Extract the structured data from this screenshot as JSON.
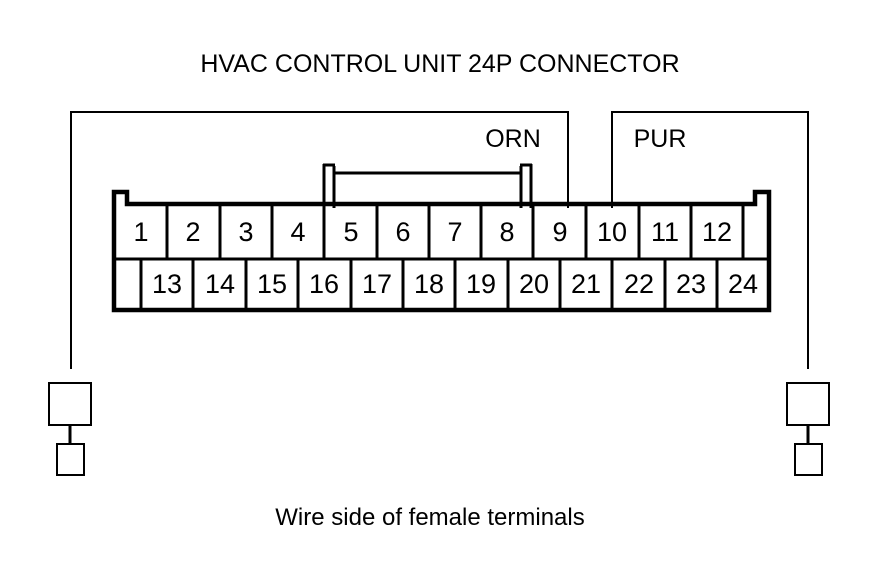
{
  "title": "HVAC CONTROL UNIT 24P CONNECTOR",
  "caption": "Wire side of female terminals",
  "wires": [
    {
      "label": "ORN",
      "side": "left",
      "connects_to_pin": "9"
    },
    {
      "label": "PUR",
      "side": "right",
      "connects_to_pin": "10"
    }
  ],
  "connector": {
    "type": "24P",
    "rows": [
      {
        "name": "top-row",
        "pins": [
          "1",
          "2",
          "3",
          "4",
          "5",
          "6",
          "7",
          "8",
          "9",
          "10",
          "11",
          "12"
        ]
      },
      {
        "name": "bottom-row",
        "pins": [
          "13",
          "14",
          "15",
          "16",
          "17",
          "18",
          "19",
          "20",
          "21",
          "22",
          "23",
          "24"
        ]
      }
    ]
  },
  "terminals": [
    {
      "name": "left-terminal",
      "side": "left"
    },
    {
      "name": "right-terminal",
      "side": "right"
    }
  ],
  "colors": {
    "line": "#000000",
    "background": "#ffffff",
    "text": "#000000"
  }
}
